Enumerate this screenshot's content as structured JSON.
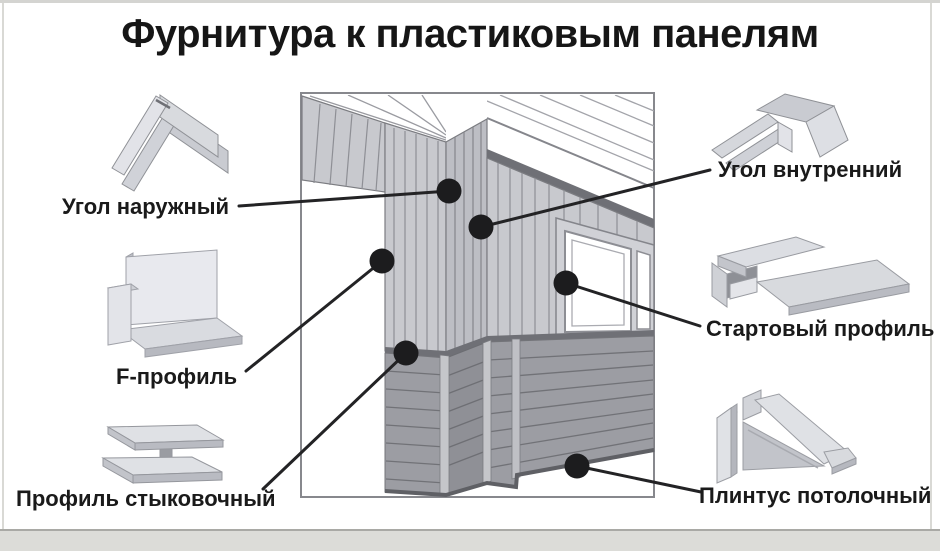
{
  "title": "Фурнитура к пластиковым панелям",
  "callouts": [
    {
      "id": "outer-corner",
      "label": "Угол наружный",
      "icon": "outer-corner-profile-icon"
    },
    {
      "id": "f-profile",
      "label": "F-профиль",
      "icon": "f-profile-icon"
    },
    {
      "id": "joining-profile",
      "label": "Профиль стыковочный",
      "icon": "h-joining-profile-icon"
    },
    {
      "id": "inner-corner",
      "label": "Угол внутренний",
      "icon": "inner-corner-profile-icon"
    },
    {
      "id": "start-profile",
      "label": "Стартовый профиль",
      "icon": "u-start-profile-icon"
    },
    {
      "id": "ceiling-plinth",
      "label": "Плинтус потолочный",
      "icon": "ceiling-plinth-profile-icon"
    }
  ],
  "colors": {
    "panel_light": "#c8c9ce",
    "panel_dark": "#9c9da3",
    "trim_dark": "#6f7076",
    "callout": "#232325",
    "text": "#1a1a1a"
  }
}
